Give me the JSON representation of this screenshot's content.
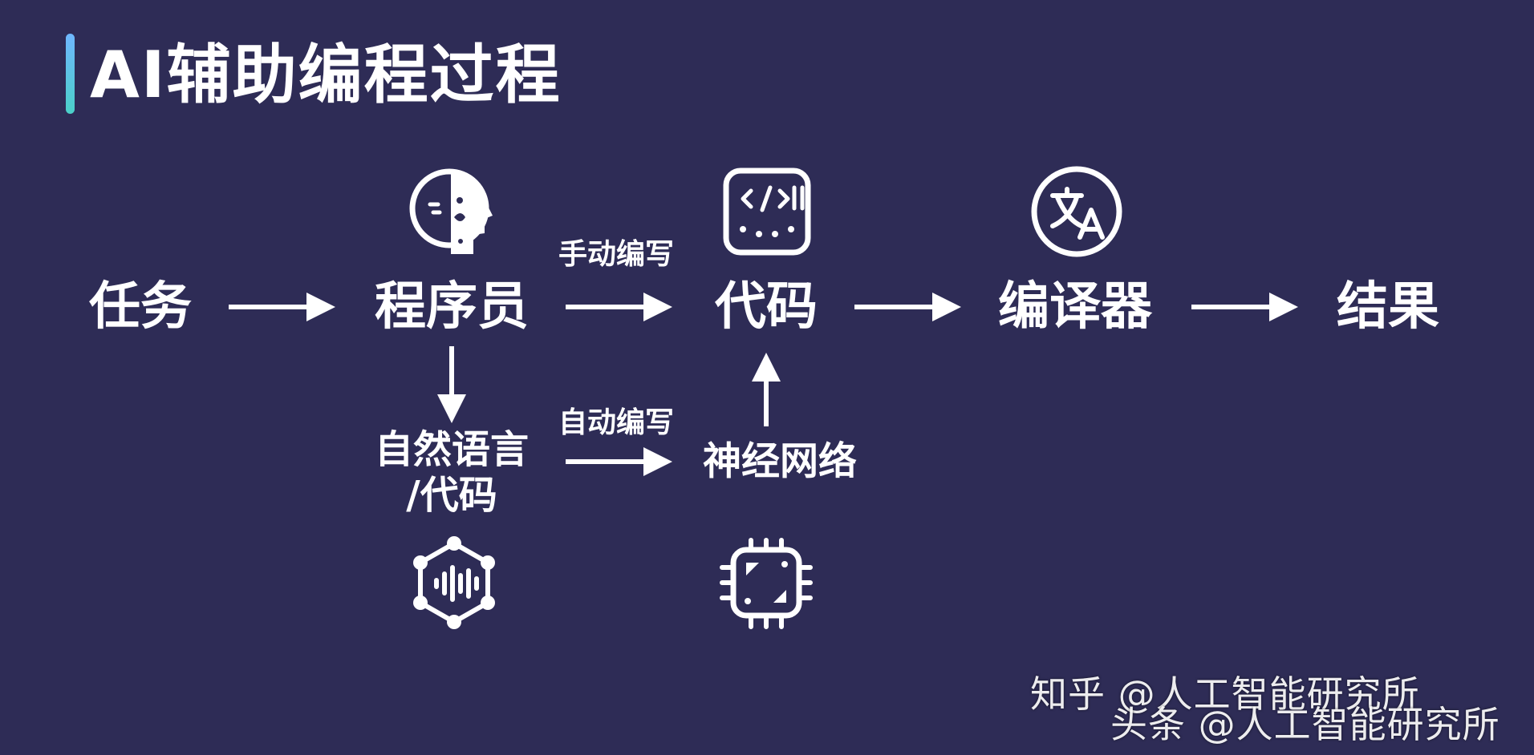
{
  "title": "AI辅助编程过程",
  "nodes": {
    "task": "任务",
    "programmer": "程序员",
    "code": "代码",
    "compiler": "编译器",
    "result": "结果",
    "nl_line1": "自然语言",
    "nl_line2": "/代码",
    "neural_net": "神经网络"
  },
  "edges": {
    "manual": "手动编写",
    "auto": "自动编写"
  },
  "icons": {
    "programmer": "human-head-ai-icon",
    "code": "code-window-icon",
    "compiler": "translate-icon",
    "nl": "voice-network-icon",
    "neural_net": "chip-icon"
  },
  "watermarks": {
    "zhihu": "知乎 @人工智能研究所",
    "toutiao": "头条 @人工智能研究所"
  },
  "colors": {
    "background": "#2e2c56",
    "text": "#ffffff",
    "accent_bar": "#5ec4e0"
  }
}
